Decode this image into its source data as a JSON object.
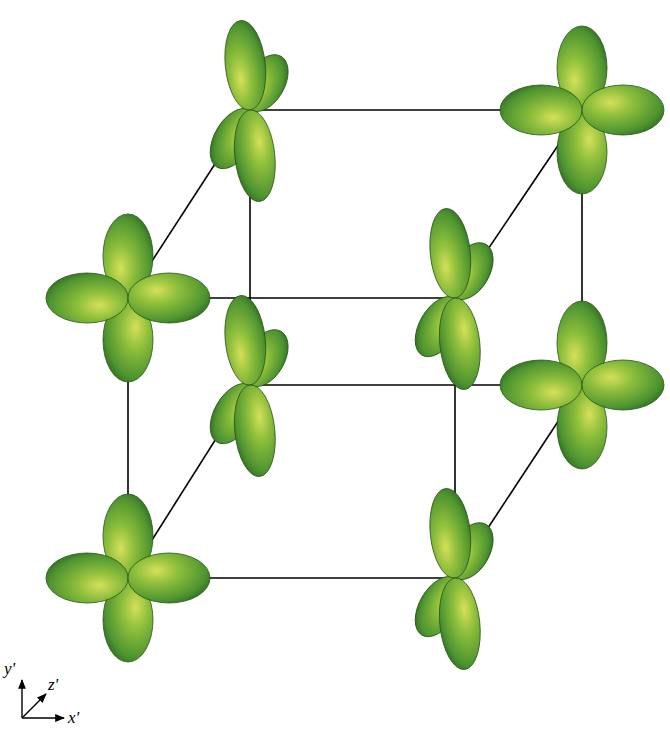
{
  "diagram": {
    "labels": [
      "y'",
      "z'",
      "x'"
    ]
  }
}
